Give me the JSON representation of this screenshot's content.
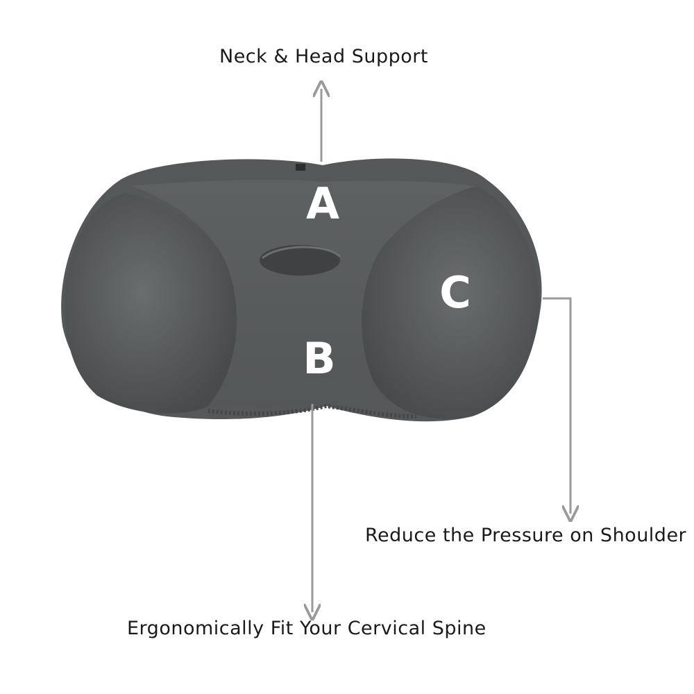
{
  "labels": {
    "neck_support": "Neck & Head Support",
    "shoulder": "Reduce the Pressure on Shoulder",
    "spine": "Ergonomically Fit Your Cervical Spine"
  },
  "zones": {
    "a": "A",
    "b": "B",
    "c": "C"
  },
  "colors": {
    "pillow": "#5b5e5f",
    "pillow_dark": "#4a4c4d",
    "arrow": "#9a9a9a",
    "text": "#1a1a1a"
  }
}
